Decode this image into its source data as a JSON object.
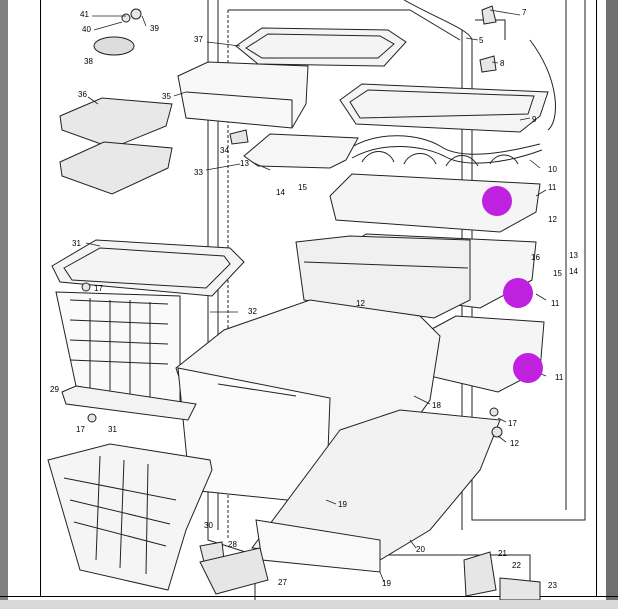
{
  "colors": {
    "line": "#222222",
    "panel_fill": "#f2f2f2",
    "marker": "#c020e0",
    "left_band": "#808080",
    "right_band": "#6f6f6f"
  },
  "callouts": [
    {
      "id": "c41",
      "text": "41"
    },
    {
      "id": "c40",
      "text": "40"
    },
    {
      "id": "c39",
      "text": "39"
    },
    {
      "id": "c38",
      "text": "38"
    },
    {
      "id": "c37",
      "text": "37"
    },
    {
      "id": "c36",
      "text": "36"
    },
    {
      "id": "c35",
      "text": "35"
    },
    {
      "id": "c34",
      "text": "34"
    },
    {
      "id": "c33",
      "text": "33"
    },
    {
      "id": "c13a",
      "text": "13"
    },
    {
      "id": "c14a",
      "text": "14"
    },
    {
      "id": "c15a",
      "text": "15"
    },
    {
      "id": "c31a",
      "text": "31"
    },
    {
      "id": "c32",
      "text": "32"
    },
    {
      "id": "c17a",
      "text": "17"
    },
    {
      "id": "c29",
      "text": "29"
    },
    {
      "id": "c17b",
      "text": "17"
    },
    {
      "id": "c31b",
      "text": "31"
    },
    {
      "id": "c30",
      "text": "30"
    },
    {
      "id": "c28",
      "text": "28"
    },
    {
      "id": "c27",
      "text": "27"
    },
    {
      "id": "c7",
      "text": "7"
    },
    {
      "id": "c5",
      "text": "5"
    },
    {
      "id": "c8",
      "text": "8"
    },
    {
      "id": "c9",
      "text": "9"
    },
    {
      "id": "c10",
      "text": "10"
    },
    {
      "id": "c11a",
      "text": "11"
    },
    {
      "id": "c12a",
      "text": "12"
    },
    {
      "id": "c13b",
      "text": "13"
    },
    {
      "id": "c14b",
      "text": "14"
    },
    {
      "id": "c15b",
      "text": "15"
    },
    {
      "id": "c16",
      "text": "16"
    },
    {
      "id": "c11b",
      "text": "11"
    },
    {
      "id": "c12b",
      "text": "12"
    },
    {
      "id": "c11c",
      "text": "11"
    },
    {
      "id": "c18",
      "text": "18"
    },
    {
      "id": "c17c",
      "text": "17"
    },
    {
      "id": "c12c",
      "text": "12"
    },
    {
      "id": "c19a",
      "text": "19"
    },
    {
      "id": "c20",
      "text": "20"
    },
    {
      "id": "c19b",
      "text": "19"
    },
    {
      "id": "c21",
      "text": "21"
    },
    {
      "id": "c22",
      "text": "22"
    },
    {
      "id": "c23",
      "text": "23"
    }
  ],
  "markers": [
    {
      "id": "marker-1"
    },
    {
      "id": "marker-2"
    },
    {
      "id": "marker-3"
    }
  ]
}
